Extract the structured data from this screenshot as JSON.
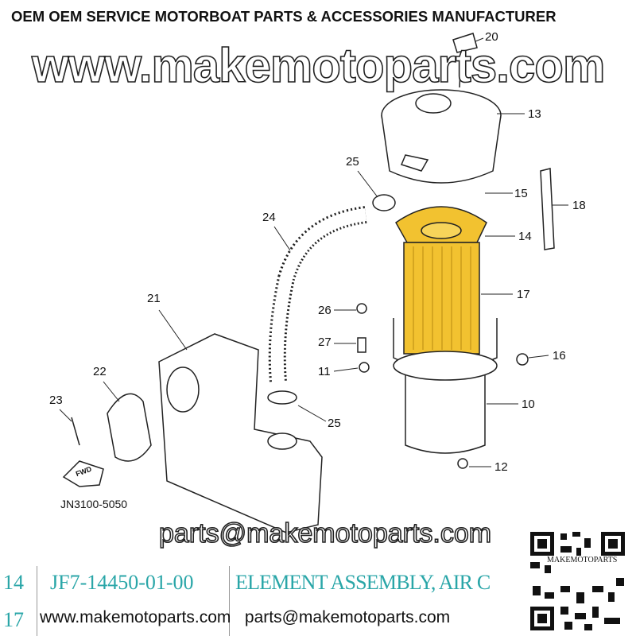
{
  "title": "OEM OEM SERVICE MOTORBOAT PARTS & ACCESSORIES MANUFACTURER",
  "callouts": {
    "c20": "20",
    "c13": "13",
    "c25a": "25",
    "c15": "15",
    "c18": "18",
    "c14": "14",
    "c24": "24",
    "c17": "17",
    "c21": "21",
    "c26": "26",
    "c27": "27",
    "c16": "16",
    "c11": "11",
    "c22": "22",
    "c23": "23",
    "c10": "10",
    "c25b": "25",
    "c12": "12"
  },
  "fwd_label": "FWD",
  "diagram_code": "JN3100-5050",
  "watermark": {
    "main": "www.makemotoparts.com",
    "email": "parts@makemotoparts.com"
  },
  "parts_table": [
    {
      "no": "14",
      "part_number": "JF7-14450-01-00",
      "description": "ELEMENT ASSEMBLY, AIR C"
    },
    {
      "no": "17",
      "part_number": "",
      "description": ""
    }
  ],
  "contact": {
    "website": "www.makemotoparts.com",
    "email": "parts@makemotoparts.com"
  },
  "qr_label": "MAKEMOTOPARTS",
  "colors": {
    "highlight": "#f2c230",
    "table_text": "#2aa6a8"
  }
}
